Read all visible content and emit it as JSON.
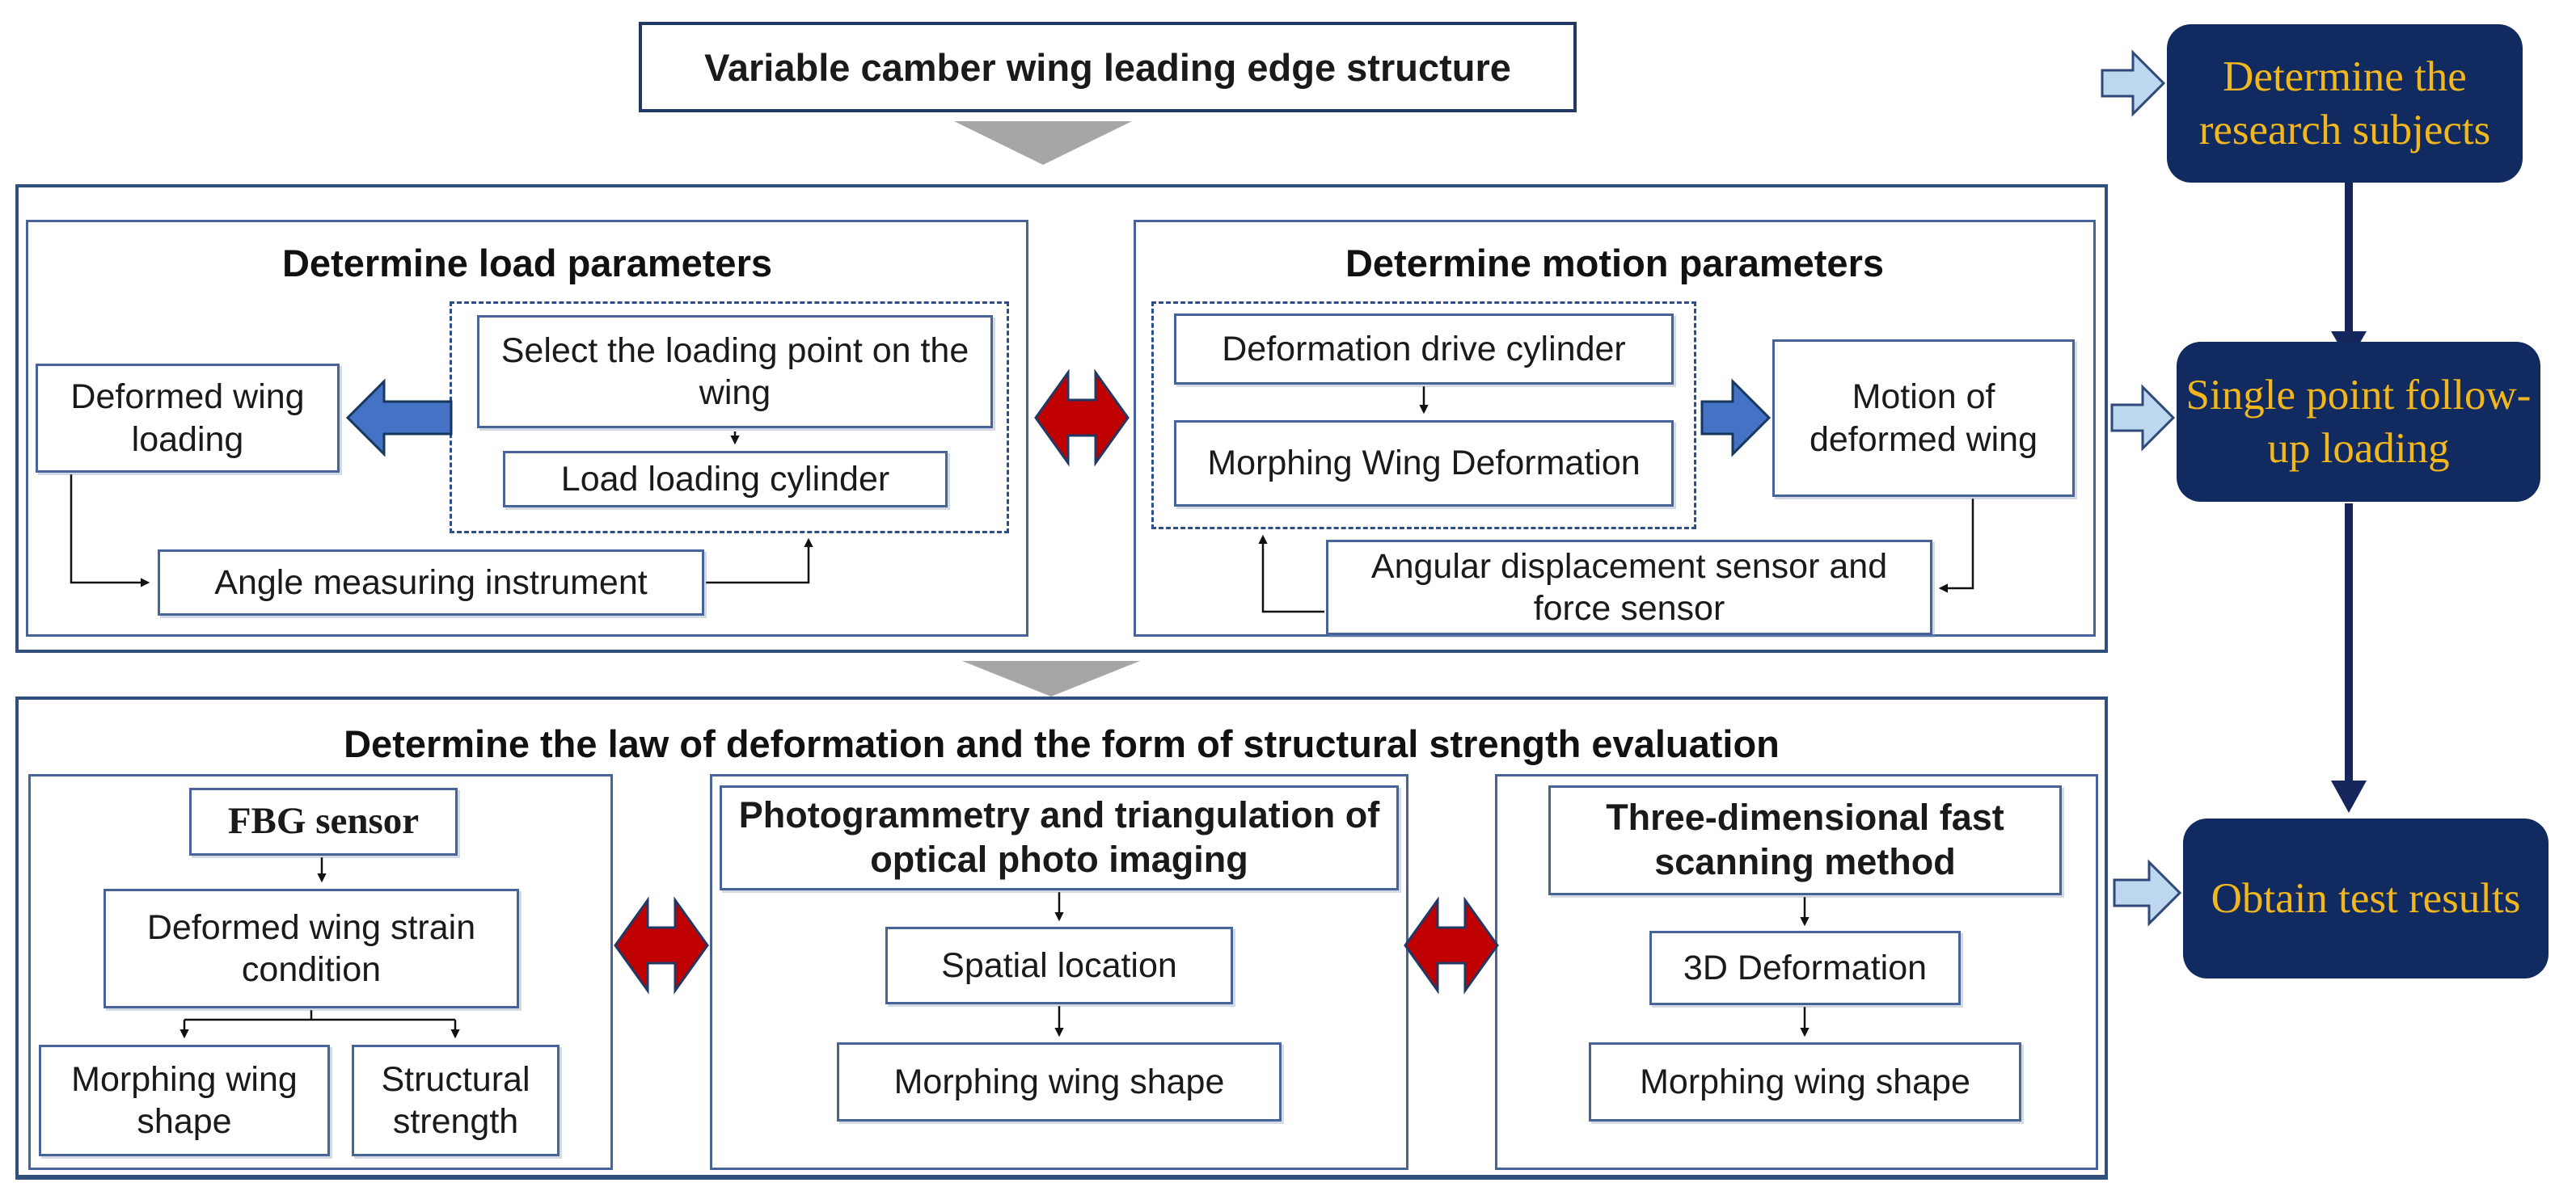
{
  "diagram_title": "Variable camber wing leading edge structure",
  "load_section": {
    "heading": "Determine load parameters",
    "deformed_wing_loading": "Deformed wing loading",
    "select_loading_point": "Select the loading point on the wing",
    "load_loading_cylinder": "Load loading cylinder",
    "angle_measuring_instrument": "Angle measuring instrument"
  },
  "motion_section": {
    "heading": "Determine motion parameters",
    "deformation_drive_cylinder": "Deformation drive cylinder",
    "morphing_wing_deformation": "Morphing Wing Deformation",
    "motion_of_deformed_wing": "Motion of deformed wing",
    "angular_force_sensor": "Angular displacement sensor and force sensor"
  },
  "evaluation_section": {
    "heading": "Determine the law of deformation and the form of structural strength evaluation",
    "fbg": {
      "sensor": "FBG sensor",
      "strain_condition": "Deformed wing strain condition",
      "morphing_wing_shape": "Morphing wing shape",
      "structural_strength": "Structural strength"
    },
    "photogrammetry": {
      "method": "Photogrammetry and triangulation of optical photo imaging",
      "spatial_location": "Spatial location",
      "morphing_wing_shape": "Morphing wing shape"
    },
    "scanning": {
      "method": "Three-dimensional fast scanning method",
      "deformation_3d": "3D Deformation",
      "morphing_wing_shape": "Morphing wing shape"
    }
  },
  "stage_flow": {
    "determine_research_subjects": "Determine the research subjects",
    "single_point_follow_up_loading": "Single point follow-up loading",
    "obtain_test_results": "Obtain test results"
  },
  "colors": {
    "dark_navy_fill": "#112a60",
    "gold_text": "#f2b71c",
    "border_navy": "#46639a",
    "red_arrow": "#c00000",
    "blue_arrow": "#4472c4",
    "light_blue_arrow": "#bdd7ee",
    "gray_triangle": "#a6a6a6"
  },
  "icons": {
    "down_triangle": "gray flow triangle",
    "red_double_arrow": "two-way relation arrow",
    "blue_block_arrow": "result arrow",
    "light_blue_block_arrow": "stage output arrow",
    "navy_line_arrow": "stage sequence arrow"
  }
}
